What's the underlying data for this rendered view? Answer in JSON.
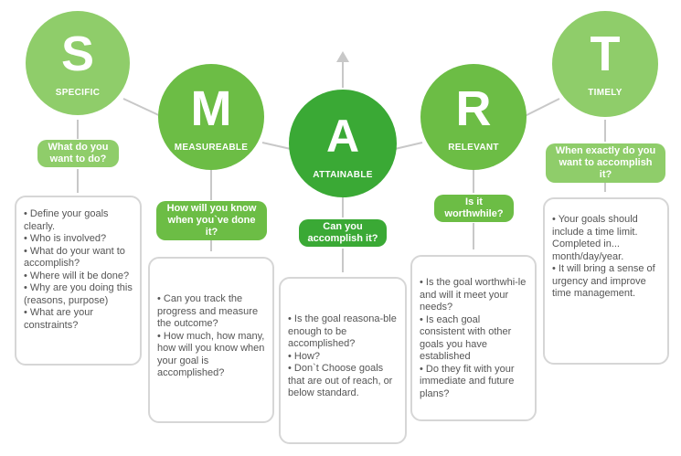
{
  "colors": {
    "light_green": "#8fcd6a",
    "mid_green": "#6cbd45",
    "dark_green": "#3aa935",
    "line": "#c8c8c8",
    "box_border": "#d6d6d6",
    "text": "#555555"
  },
  "items": [
    {
      "letter": "S",
      "word": "SPECIFIC",
      "question": "What do you\nwant to do?",
      "bullets": [
        "Define your goals clearly.",
        "Who is involved?",
        "What do your want to accomplish?",
        "Where will it be done?",
        "Why are you doing this (reasons, purpose)",
        "What are your constraints?"
      ]
    },
    {
      "letter": "M",
      "word": "MEASUREABLE",
      "question": "How will you know\nwhen you`ve done it?",
      "bullets": [
        "Can you track the progress and measure the outcome?",
        "How much, how many, how will you know when your goal is accomplished?"
      ]
    },
    {
      "letter": "A",
      "word": "ATTAINABLE",
      "question": "Can you\naccomplish it?",
      "bullets": [
        "Is the goal reasona-ble enough to be accomplished?",
        "How?",
        "Don`t Choose goals that are out of reach, or below standard."
      ]
    },
    {
      "letter": "R",
      "word": "RELEVANT",
      "question": "Is it\nworthwhile?",
      "bullets": [
        "Is the goal worthwhi-le and will it meet your needs?",
        "Is each goal consistent with other goals you have established",
        "Do they fit with your immediate and future plans?"
      ]
    },
    {
      "letter": "T",
      "word": "TIMELY",
      "question": "When exactly do you\nwant to accomplish it?",
      "bullets": [
        "Your goals should include a time limit. Completed in... month/day/year.",
        "It will bring a sense of urgency and improve time management."
      ]
    }
  ]
}
